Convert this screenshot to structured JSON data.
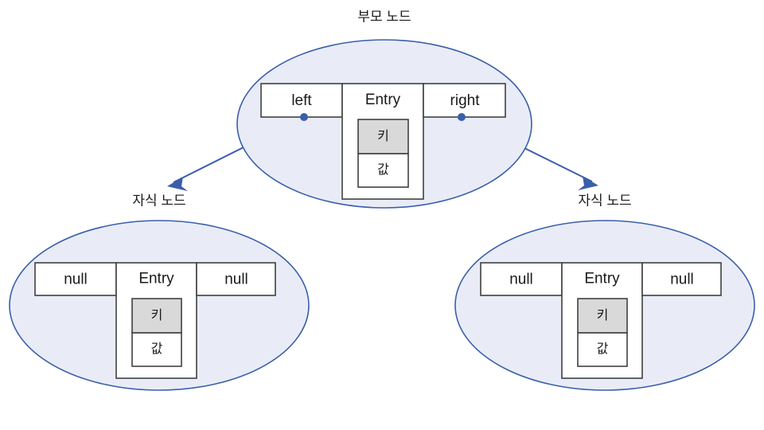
{
  "diagram": {
    "title_caption_parent": "부모 노드",
    "colors": {
      "ellipse_fill": "#e9ecf7",
      "ellipse_stroke": "#3a5fab",
      "box_stroke": "#404040",
      "key_cell_fill": "#d9d9d9",
      "value_cell_fill": "#ffffff",
      "text": "#1a1a1a",
      "background": "#ffffff"
    },
    "nodes": [
      {
        "id": "parent",
        "caption": "부모 노드",
        "left_cell": "left",
        "entry_label": "Entry",
        "right_cell": "right",
        "key_label": "키",
        "value_label": "값"
      },
      {
        "id": "child-left",
        "caption": "자식 노드",
        "left_cell": "null",
        "entry_label": "Entry",
        "right_cell": "null",
        "key_label": "키",
        "value_label": "값"
      },
      {
        "id": "child-right",
        "caption": "자식 노드",
        "left_cell": "null",
        "entry_label": "Entry",
        "right_cell": "null",
        "key_label": "키",
        "value_label": "값"
      }
    ],
    "edges": [
      {
        "id": "edge-left",
        "from": "parent.left",
        "to": "child-left"
      },
      {
        "id": "edge-right",
        "from": "parent.right",
        "to": "child-right"
      }
    ]
  }
}
